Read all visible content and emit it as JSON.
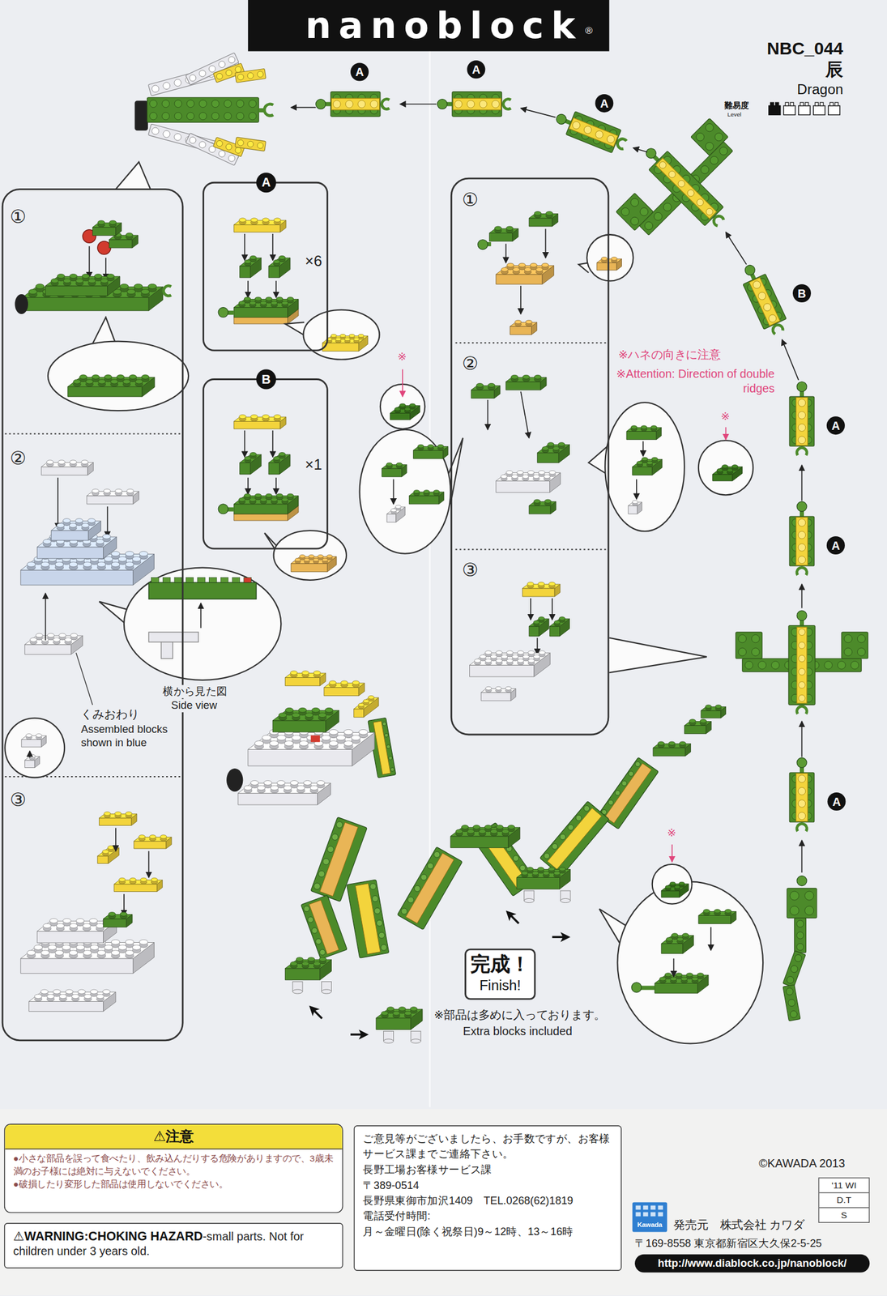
{
  "diagram": {
    "title": "nanoblock",
    "nodes": [
      {
        "text": [
          "A"
        ]
      },
      {
        "text": [
          "A"
        ]
      },
      {
        "text": [
          "A"
        ]
      },
      {
        "text": [
          "①",
          "②",
          "③"
        ]
      },
      {
        "text": [
          "A",
          "×6"
        ]
      },
      {
        "text": [
          "B",
          "×1"
        ]
      },
      {
        "text": [
          "①",
          "②",
          "③"
        ]
      },
      {
        "text": [
          "B"
        ]
      },
      {
        "text": [
          "A"
        ]
      },
      {
        "text": [
          "A"
        ]
      },
      {
        "text": [
          "A"
        ]
      },
      {
        "text": [
          "完成！",
          "Finish!"
        ]
      },
      {
        "text": [
          "⚠注意",
          "●小さな部品を誤って食べたり、飲み込んだりする危険がありますので、3歳未満のお子様には絶対に与えないでください。",
          "●破損したり変形した部品は使用しないでください。"
        ]
      },
      {
        "text": [
          "⚠WARNING:CHOKING HAZARD",
          "-small parts. Not for children under 3 years old."
        ]
      },
      {
        "text": [
          "ご意見等がございましたら、お手数ですが、お客様サービス課までご連絡下さい。",
          "長野工場お客様サービス課",
          "〒389-0514",
          "長野県東御市加沢1409　TEL.0268(62)1819",
          "電話受付時間:",
          "月～金曜日(除く祝祭日)9～12時、13～16時"
        ]
      },
      {
        "text": [
          "'11 WI",
          "D.T",
          "S"
        ]
      },
      {
        "text": [
          "http://www.diablock.co.jp/nanoblock/"
        ]
      }
    ],
    "labels": [
      "®",
      "NBC_044",
      "辰",
      "Dragon",
      "難易度",
      "Level",
      "※",
      "※ハネの向きに注意",
      "※Attention: Direction of double ridges",
      "※",
      "横から見た図",
      "Side view",
      "くみおわり",
      "Assembled blocks shown in blue",
      "※",
      "※部品は多めに入っております。",
      "Extra blocks included",
      "©KAWADA 2013",
      "Kawada",
      "発売元　株式会社 カワダ",
      "〒169-8558 東京都新宿区大久保2-5-25"
    ]
  }
}
